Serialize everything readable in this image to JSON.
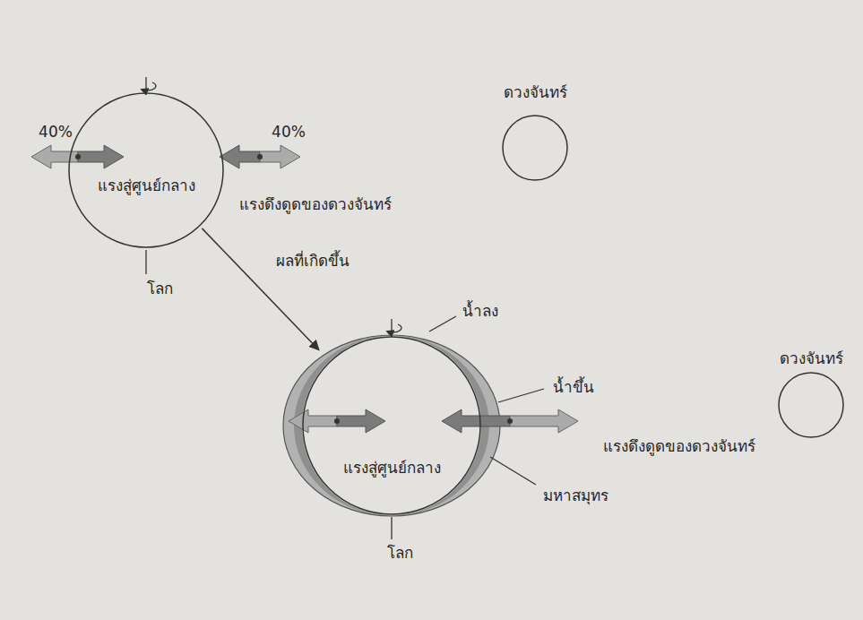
{
  "diagram": {
    "nodes": [
      {
        "text": [
          "แรงสู่ศูนย์กลาง"
        ]
      },
      {
        "text": [
          "ดวงจันทร์"
        ]
      },
      {
        "text": [
          "แรงสู่ศูนย์กลาง"
        ]
      },
      {
        "text": [
          "ดวงจันทร์"
        ]
      }
    ],
    "edges": [
      {
        "from": 0,
        "to": 2,
        "label": "ผลที่เกิดขึ้น",
        "arrow": "to"
      }
    ],
    "labels": [
      "40%",
      "40%",
      "แรงดึงดูดของดวงจันทร์",
      "โลก",
      "น้ำลง",
      "น้ำขึ้น",
      "แรงดึงดูดของดวงจันทร์",
      "มหาสมุทร",
      "โลก"
    ]
  }
}
